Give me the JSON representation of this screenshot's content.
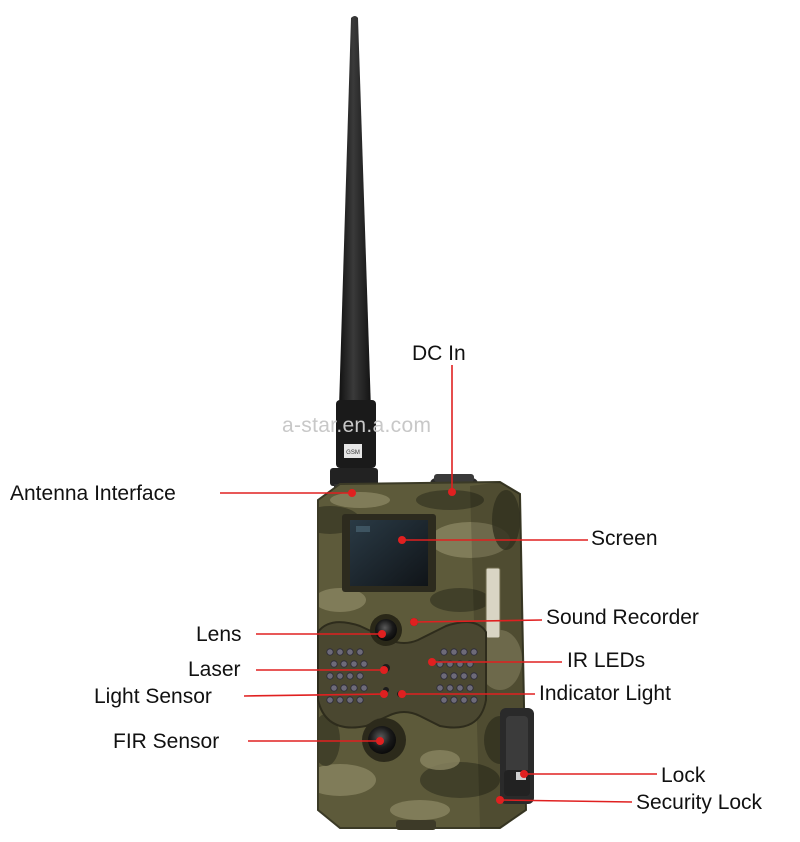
{
  "watermark": "a-star.en.a.com",
  "labels": {
    "dc_in": "DC In",
    "antenna_interface": "Antenna Interface",
    "screen": "Screen",
    "sound_recorder": "Sound Recorder",
    "lens": "Lens",
    "ir_leds": "IR LEDs",
    "laser": "Laser",
    "light_sensor": "Light Sensor",
    "indicator_light": "Indicator Light",
    "fir_sensor": "FIR Sensor",
    "lock": "Lock",
    "security_lock": "Security Lock"
  },
  "antenna_tag": "GSM",
  "colors": {
    "leader_line": "#e02020",
    "camo_base": "#5d5a3a",
    "camo_dark": "#3b3a26",
    "camo_light": "#8a8562",
    "antenna": "#1c1c1c"
  }
}
